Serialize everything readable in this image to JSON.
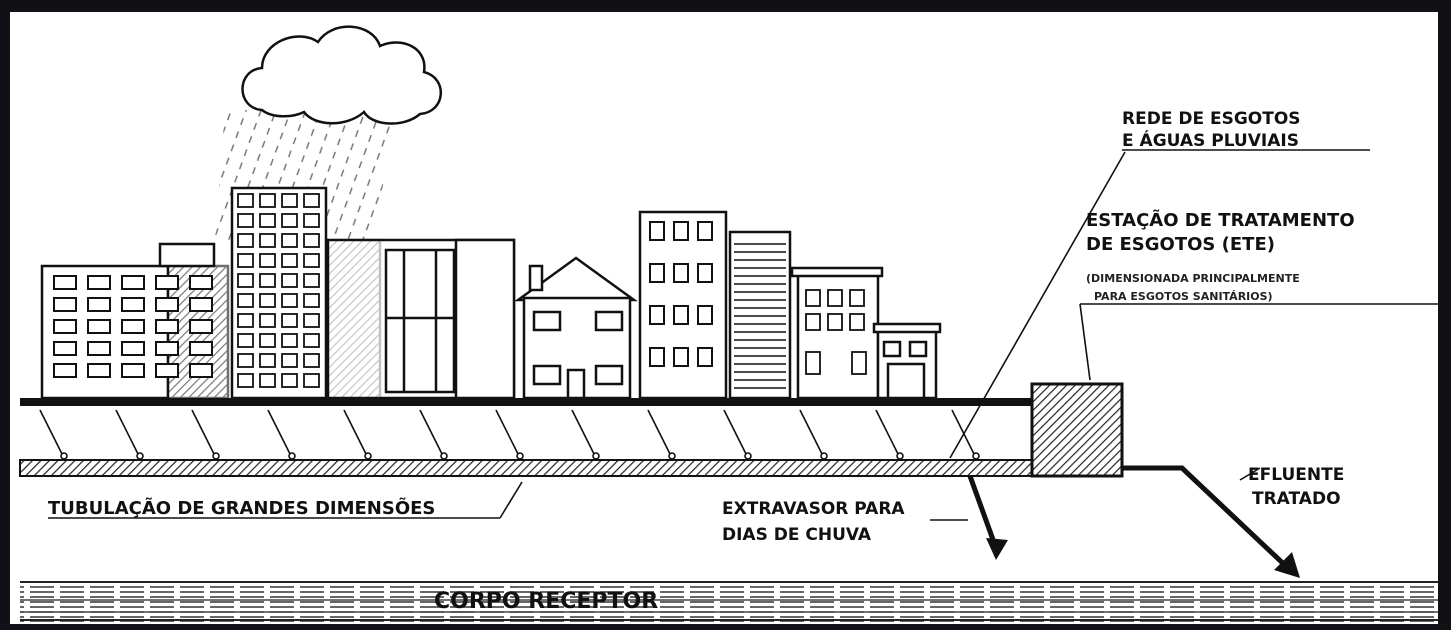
{
  "labels": {
    "network_line1": "REDE DE ESGOTOS",
    "network_line2": "E ÁGUAS PLUVIAIS",
    "ete_line1": "ESTAÇÃO DE TRATAMENTO",
    "ete_line2": "DE ESGOTOS (ETE)",
    "ete_note1": "(DIMENSIONADA PRINCIPALMENTE",
    "ete_note2": "PARA ESGOTOS SANITÁRIOS)",
    "pipe": "TUBULAÇÃO DE GRANDES DIMENSÕES",
    "overflow_line1": "EXTRAVASOR PARA",
    "overflow_line2": "DIAS DE CHUVA",
    "effluent_line1": "EFLUENTE",
    "effluent_line2": "TRATADO",
    "receiver": "CORPO RECEPTOR"
  },
  "colors": {
    "ink": "#111111",
    "paper": "#ffffff",
    "border": "#0f1116"
  }
}
